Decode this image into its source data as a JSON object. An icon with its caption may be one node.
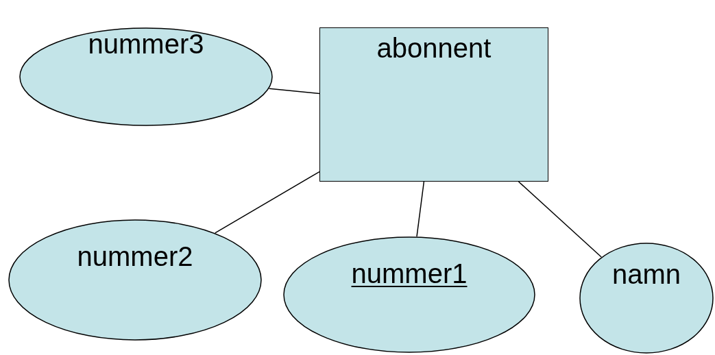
{
  "diagram": {
    "nodes": [
      {
        "text": [
          "nummer3"
        ]
      },
      {
        "text": [
          "abonnent"
        ]
      },
      {
        "text": [
          "nummer2"
        ]
      },
      {
        "text": [
          "nummer1"
        ]
      },
      {
        "text": [
          "namn"
        ]
      }
    ],
    "edges": [
      {
        "from": 0,
        "to": 1,
        "arrow": "none"
      },
      {
        "from": 2,
        "to": 1,
        "arrow": "none"
      },
      {
        "from": 3,
        "to": 1,
        "arrow": "none"
      },
      {
        "from": 4,
        "to": 1,
        "arrow": "none"
      }
    ]
  }
}
